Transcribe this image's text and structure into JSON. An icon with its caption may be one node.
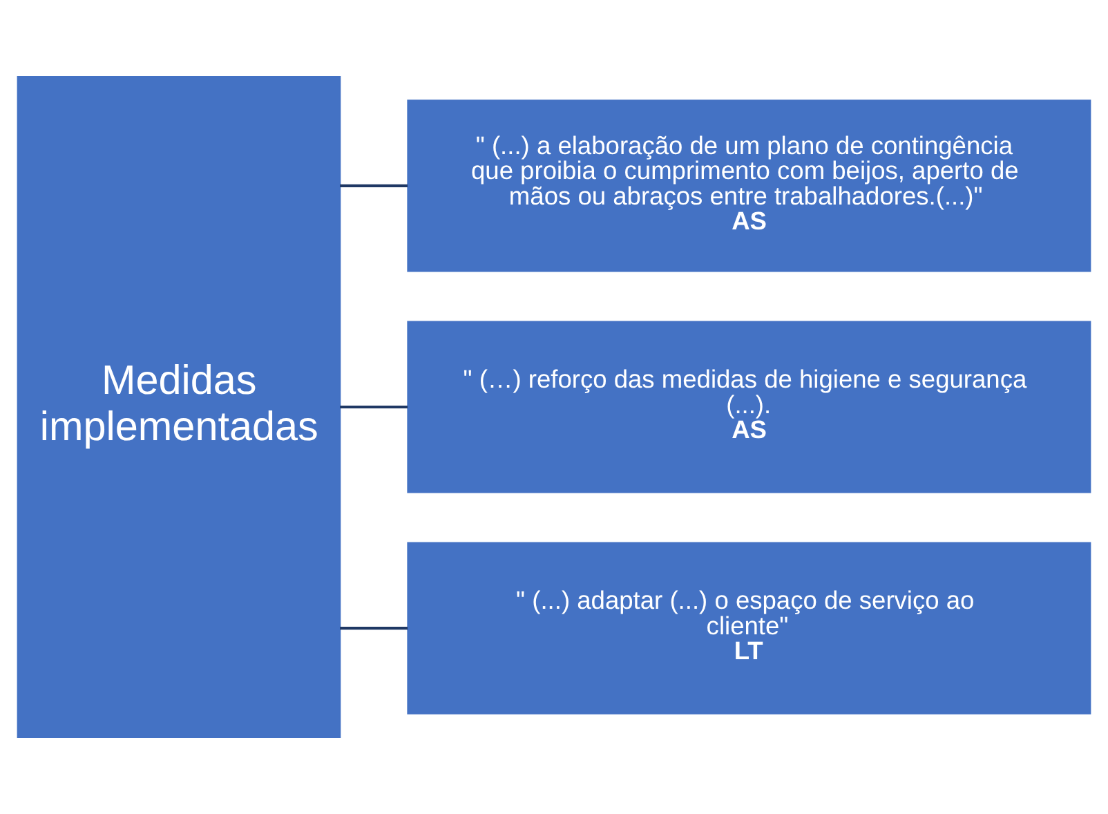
{
  "diagram": {
    "nodes": [
      {
        "text": [
          "Medidas implementadas"
        ]
      },
      {
        "text": [
          "\" (...) a elaboração de um plano de contingência que proibia o cumprimento com beijos, aperto de mãos ou abraços entre trabalhadores.(...)\"",
          "AS"
        ]
      },
      {
        "text": [
          "\" (…) reforço das medidas de higiene e segurança (...).",
          "AS"
        ]
      },
      {
        "text": [
          "\" (...) adaptar (...) o espaço de serviço ao cliente\"",
          "LT"
        ]
      }
    ],
    "edges": [
      {
        "from": 0,
        "to": 1,
        "arrow": "none"
      },
      {
        "from": 0,
        "to": 2,
        "arrow": "none"
      },
      {
        "from": 0,
        "to": 3,
        "arrow": "none"
      }
    ]
  }
}
